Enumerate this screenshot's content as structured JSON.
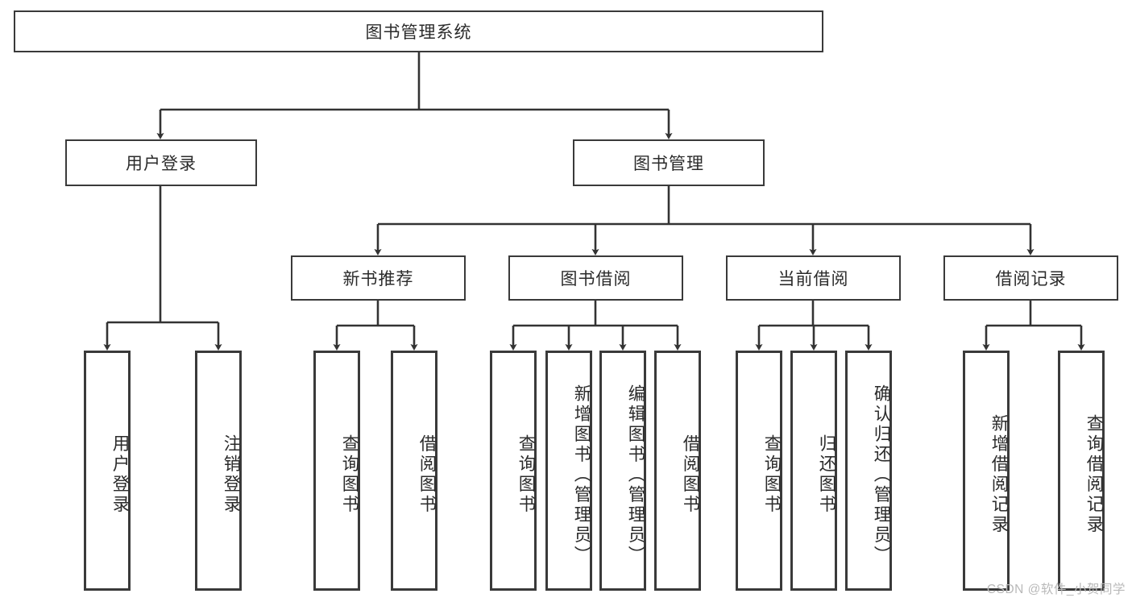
{
  "diagram": {
    "type": "tree",
    "title": "图书管理系统",
    "root": {
      "id": "root",
      "label": "图书管理系统",
      "orientation": "horizontal"
    },
    "level2": [
      {
        "id": "user-login",
        "label": "用户登录",
        "orientation": "horizontal"
      },
      {
        "id": "book-manage",
        "label": "图书管理",
        "orientation": "horizontal"
      }
    ],
    "level3": [
      {
        "id": "new-book-recommend",
        "label": "新书推荐",
        "orientation": "horizontal"
      },
      {
        "id": "book-borrow",
        "label": "图书借阅",
        "orientation": "horizontal"
      },
      {
        "id": "current-borrow",
        "label": "当前借阅",
        "orientation": "horizontal"
      },
      {
        "id": "borrow-record",
        "label": "借阅记录",
        "orientation": "horizontal"
      }
    ],
    "leaves": [
      {
        "id": "leaf-user-login",
        "label": "用户登录",
        "parent": "user-login",
        "orientation": "vertical"
      },
      {
        "id": "leaf-logout-login",
        "label": "注销登录",
        "parent": "user-login",
        "orientation": "vertical"
      },
      {
        "id": "leaf-query-book-1",
        "label": "查询图书",
        "parent": "new-book-recommend",
        "orientation": "vertical"
      },
      {
        "id": "leaf-borrow-book-1",
        "label": "借阅图书",
        "parent": "new-book-recommend",
        "orientation": "vertical"
      },
      {
        "id": "leaf-query-book-2",
        "label": "查询图书",
        "parent": "book-borrow",
        "orientation": "vertical"
      },
      {
        "id": "leaf-add-book",
        "label": "新增图书（管理员）",
        "parent": "book-borrow",
        "orientation": "vertical"
      },
      {
        "id": "leaf-edit-book",
        "label": "编辑图书（管理员）",
        "parent": "book-borrow",
        "orientation": "vertical"
      },
      {
        "id": "leaf-borrow-book-2",
        "label": "借阅图书",
        "parent": "book-borrow",
        "orientation": "vertical"
      },
      {
        "id": "leaf-query-book-3",
        "label": "查询图书",
        "parent": "current-borrow",
        "orientation": "vertical"
      },
      {
        "id": "leaf-return-book",
        "label": "归还图书",
        "parent": "current-borrow",
        "orientation": "vertical"
      },
      {
        "id": "leaf-confirm-return",
        "label": "确认归还（管理员）",
        "parent": "current-borrow",
        "orientation": "vertical"
      },
      {
        "id": "leaf-add-record",
        "label": "新增借阅记录",
        "parent": "borrow-record",
        "orientation": "vertical"
      },
      {
        "id": "leaf-query-record",
        "label": "查询借阅记录",
        "parent": "borrow-record",
        "orientation": "vertical"
      }
    ],
    "colors": {
      "border": "#3a3a3a",
      "connector": "#333333",
      "background": "#ffffff",
      "text": "#2b2b2b",
      "watermark": "#b9b9b9"
    }
  },
  "watermark": {
    "text": "CSDN @软件_小贺同学"
  }
}
